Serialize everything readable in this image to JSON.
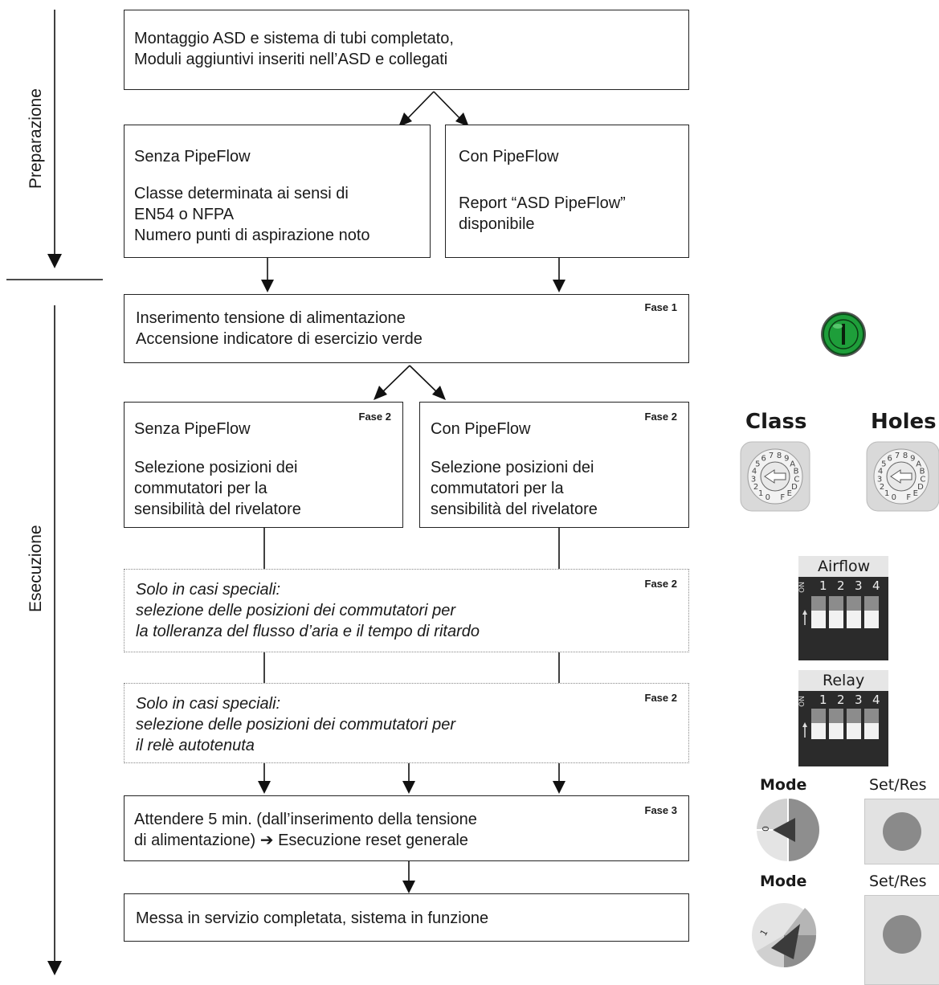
{
  "sections": {
    "preparation": "Preparazione",
    "execution": "Esecuzione"
  },
  "boxes": {
    "top": [
      "Montaggio ASD e sistema di tubi completato,",
      "Moduli aggiuntivi inseriti nell’ASD e collegati"
    ],
    "prep_without": [
      "Senza PipeFlow",
      "Classe determinata ai sensi di",
      "EN54 o NFPA",
      "Numero punti di aspirazione noto"
    ],
    "prep_with": [
      "Con PipeFlow",
      "Report “ASD PipeFlow”",
      "disponibile"
    ],
    "phase1": [
      "Inserimento tensione di alimentazione",
      "Accensione indicatore di esercizio verde"
    ],
    "phase2_without": [
      "Senza PipeFlow",
      "Selezione posizioni dei",
      "commutatori per la",
      "sensibilità del rivelatore"
    ],
    "phase2_with": [
      "Con PipeFlow",
      "Selezione posizioni dei",
      "commutatori per la",
      "sensibilità del rivelatore"
    ],
    "special_airflow": [
      "Solo in casi speciali:",
      "selezione delle posizioni dei commutatori per",
      "la tolleranza del flusso d’aria e il tempo di ritardo"
    ],
    "special_relay": [
      "Solo in casi speciali:",
      "selezione delle posizioni dei commutatori per",
      "il relè autotenuta"
    ],
    "phase3": [
      "Attendere 5 min. (dall’inserimento della tensione",
      "di alimentazione) ➔ Esecuzione reset generale"
    ],
    "final": [
      "Messa in servizio completata, sistema in funzione"
    ]
  },
  "phase_tags": {
    "phase1": "Fase 1",
    "phase2_without": "Fase 2",
    "phase2_with": "Fase 2",
    "special_airflow": "Fase 2",
    "special_relay": "Fase 2",
    "phase3": "Fase 3"
  },
  "widgets": {
    "class_label": "Class",
    "holes_label": "Holes",
    "dial_chars": "0123456789ABCDEF",
    "airflow_label": "Airflow",
    "relay_label": "Relay",
    "dip_numbers": [
      "1",
      "2",
      "3",
      "4"
    ],
    "dip_on": "ON",
    "mode_label": "Mode",
    "mode_value_0": "0",
    "mode_value_1": "1",
    "setres_label": "Set/Res",
    "power_led_color": "#1e9e3a"
  }
}
